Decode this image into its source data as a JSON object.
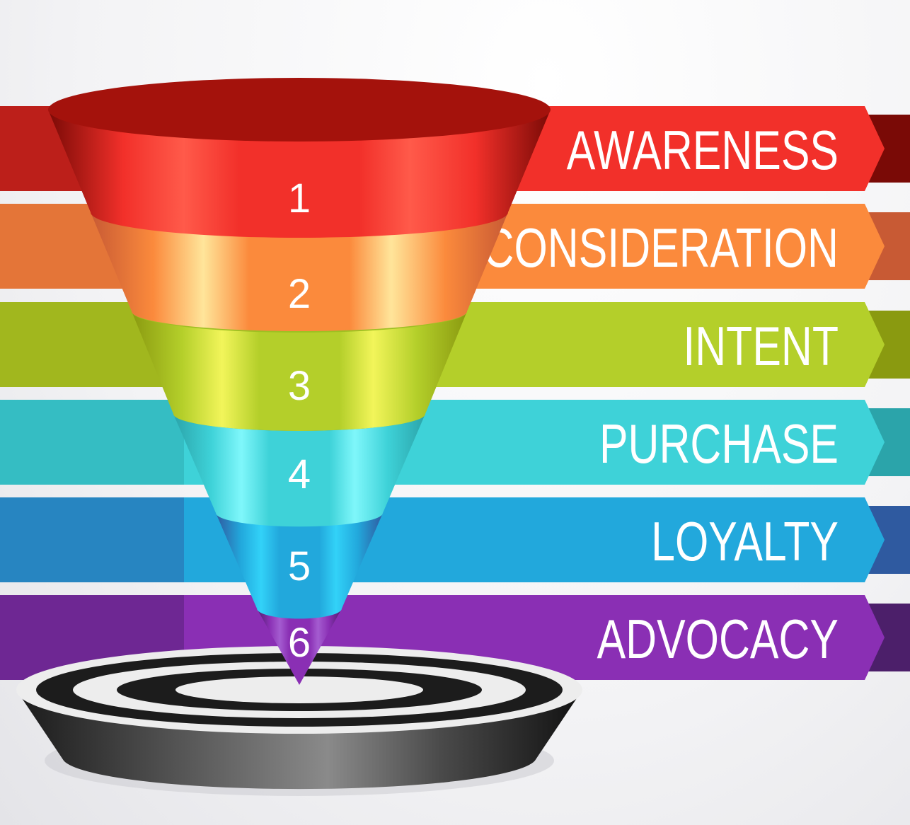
{
  "stages": [
    {
      "number": "1",
      "label": "AWARENESS",
      "color": "#f2302a",
      "dark": "#7a0a06",
      "light": "#ff5a4a",
      "rim": "#a4120c"
    },
    {
      "number": "2",
      "label": "CONSIDERATION",
      "color": "#fb8a3c",
      "dark": "#c85a34",
      "light": "#ffe59a",
      "rim": "#f07a30"
    },
    {
      "number": "3",
      "label": "INTENT",
      "color": "#b4cf2a",
      "dark": "#8a9a10",
      "light": "#f2f55a",
      "rim": "#9fbf22"
    },
    {
      "number": "4",
      "label": "PURCHASE",
      "color": "#3ed2d8",
      "dark": "#2ba4aa",
      "light": "#7ff7fb",
      "rim": "#1fa9b0"
    },
    {
      "number": "5",
      "label": "LOYALTY",
      "color": "#22a8dc",
      "dark": "#2f5aa0",
      "light": "#32d2f8",
      "rim": "#1f5cb4"
    },
    {
      "number": "6",
      "label": "ADVOCACY",
      "color": "#8a2fb4",
      "dark": "#4c1f6a",
      "light": "#a45cd0",
      "rim": "#5e2890"
    }
  ]
}
